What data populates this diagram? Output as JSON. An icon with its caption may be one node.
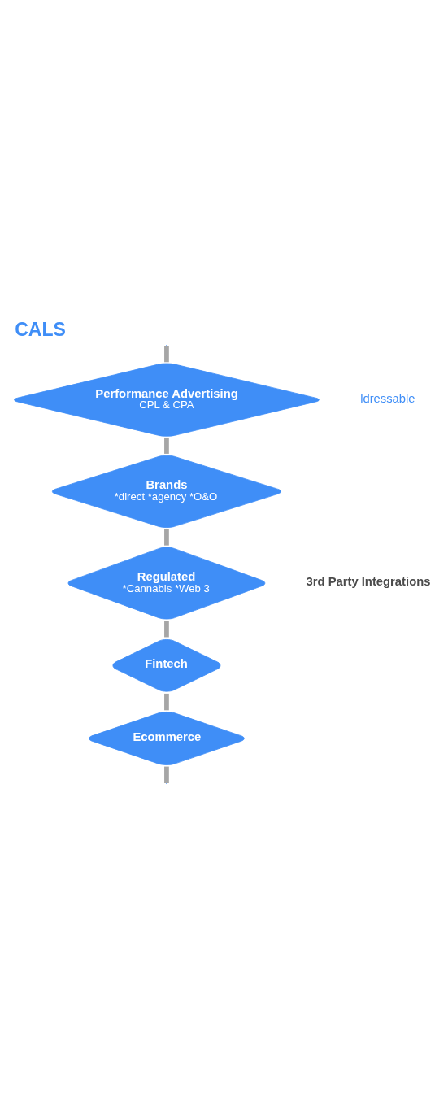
{
  "diagram": {
    "title": "CALS",
    "nodes": [
      {
        "text": [
          "Performance Advertising",
          "CPL & CPA"
        ]
      },
      {
        "text": [
          "Brands",
          "*direct *agency *O&O"
        ]
      },
      {
        "text": [
          "Regulated",
          "*Cannabis *Web 3"
        ]
      },
      {
        "text": [
          "Fintech"
        ]
      },
      {
        "text": [
          "Ecommerce"
        ]
      }
    ],
    "edges": [
      {
        "from": null,
        "to": 0,
        "arrow": "none"
      },
      {
        "from": 0,
        "to": 1,
        "arrow": "none"
      },
      {
        "from": 1,
        "to": 2,
        "arrow": "none"
      },
      {
        "from": 2,
        "to": 3,
        "arrow": "none"
      },
      {
        "from": 3,
        "to": 4,
        "arrow": "none"
      },
      {
        "from": 4,
        "to": null,
        "arrow": "none"
      }
    ],
    "labels": [
      "ldressable",
      "3rd Party Integrations"
    ]
  }
}
